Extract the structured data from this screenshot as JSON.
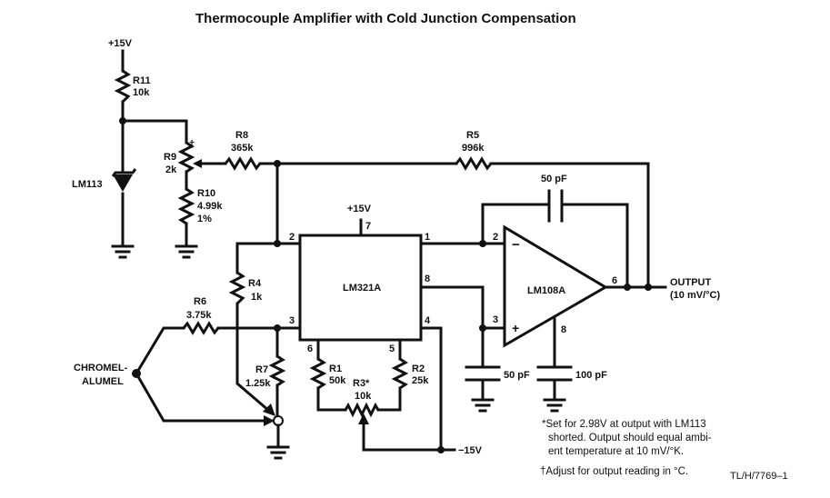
{
  "title": "Thermocouple Amplifier with Cold Junction Compensation",
  "supplies": {
    "pos_top_left": "+15V",
    "pos_lm321": "+15V",
    "neg": "−15V"
  },
  "components": {
    "R11": {
      "name": "R11",
      "value": "10k"
    },
    "R9": {
      "name": "R9",
      "value": "2k",
      "mark": "†"
    },
    "R10": {
      "name": "R10",
      "value": "4.99k",
      "tol": "1%"
    },
    "R8": {
      "name": "R8",
      "value": "365k"
    },
    "R5": {
      "name": "R5",
      "value": "996k"
    },
    "R4": {
      "name": "R4",
      "value": "1k"
    },
    "R6": {
      "name": "R6",
      "value": "3.75k"
    },
    "R7": {
      "name": "R7",
      "value": "1.25k"
    },
    "R1": {
      "name": "R1",
      "value": "50k"
    },
    "R2": {
      "name": "R2",
      "value": "25k"
    },
    "R3": {
      "name": "R3*",
      "value": "10k"
    },
    "LM113": {
      "name": "LM113"
    },
    "LM321A": {
      "name": "LM321A"
    },
    "LM108A": {
      "name": "LM108A"
    },
    "C_feedback": {
      "value": "50 pF"
    },
    "C_in": {
      "value": "50 pF"
    },
    "C_comp": {
      "value": "100 pF"
    }
  },
  "pins": {
    "lm321_p2": "2",
    "lm321_p3": "3",
    "lm321_p7": "7",
    "lm321_p1": "1",
    "lm321_p8": "8",
    "lm321_p4": "4",
    "lm321_p6": "6",
    "lm321_p5": "5",
    "lm108_p2": "2",
    "lm108_p3": "3",
    "lm108_p6": "6",
    "lm108_p8": "8",
    "minus": "−",
    "plus": "+"
  },
  "thermocouple": {
    "line1": "CHROMEL-",
    "line2": "ALUMEL"
  },
  "output": {
    "line1": "OUTPUT",
    "line2": "(10 mV/°C)"
  },
  "notes": {
    "star_1": "*Set for 2.98V at output with LM113",
    "star_2": "shorted. Output should equal ambi-",
    "star_3": "ent temperature at 10 mV/°K.",
    "dagger": "†Adjust for output reading in °C.",
    "figure_id": "TL/H/7769–1"
  }
}
